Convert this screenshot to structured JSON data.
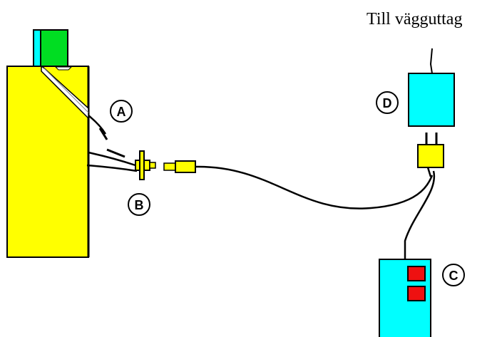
{
  "labels": {
    "wall_outlet": "Till vägguttag",
    "a": "A",
    "b": "B",
    "c": "C",
    "d": "D"
  },
  "colors": {
    "yellow": "#ffff00",
    "cyan": "#00ffff",
    "green": "#00dd22",
    "red": "#ee1111",
    "line": "#000000"
  }
}
